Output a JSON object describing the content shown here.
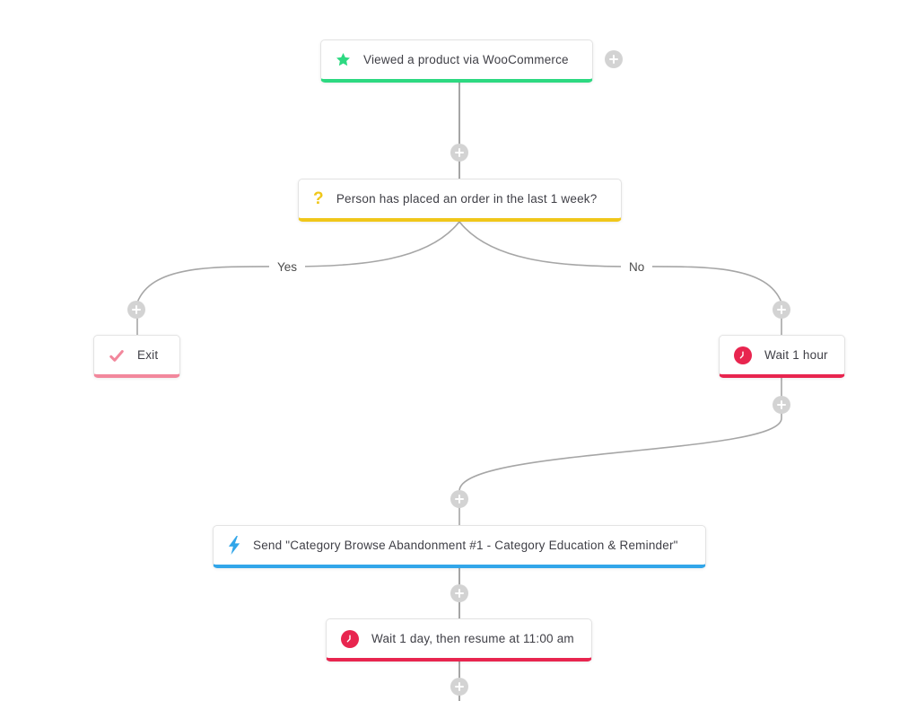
{
  "canvas": {
    "background": "#ffffff"
  },
  "colors": {
    "connector": "#a6a6a6",
    "plus_button": "#d3d3d3",
    "card_border": "#e3e3e3",
    "text": "#3f3f46",
    "trigger_green": "#2dd981",
    "condition_yellow": "#f0c71a",
    "exit_pink": "#f2879c",
    "wait_red": "#e8254f",
    "send_blue": "#32a6e9"
  },
  "nodes": [
    {
      "id": "trigger",
      "kind": "trigger",
      "icon": "star-icon",
      "label": "Viewed a product via WooCommerce",
      "accent": "#2dd981"
    },
    {
      "id": "condition",
      "kind": "if-else",
      "icon": "question-icon",
      "glyph": "?",
      "label": "Person has placed an order in the last 1 week?",
      "accent": "#f0c71a"
    },
    {
      "id": "exit",
      "kind": "exit",
      "icon": "check-icon",
      "label": "Exit",
      "accent": "#f2879c"
    },
    {
      "id": "wait-1-hour",
      "kind": "wait",
      "icon": "clock-icon",
      "label": "Wait 1 hour",
      "accent": "#e8254f"
    },
    {
      "id": "send-email",
      "kind": "send-email",
      "icon": "lightning-icon",
      "label": "Send \"Category Browse Abandonment #1 - Category Education & Reminder\"",
      "accent": "#32a6e9"
    },
    {
      "id": "wait-1-day",
      "kind": "wait",
      "icon": "clock-icon",
      "label": "Wait 1 day, then resume at 11:00 am",
      "accent": "#e8254f"
    }
  ],
  "branch_labels": {
    "yes": "Yes",
    "no": "No"
  }
}
